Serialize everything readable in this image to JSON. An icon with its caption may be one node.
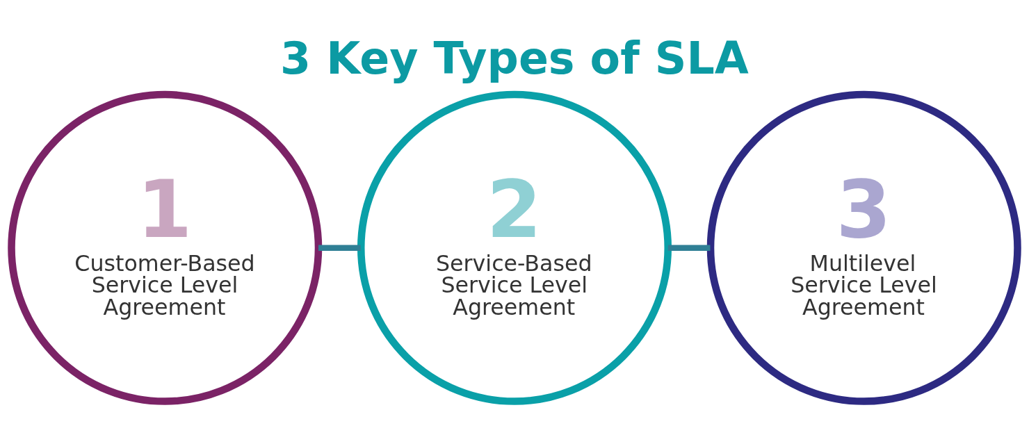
{
  "diagram": {
    "title": "3 Key Types of SLA",
    "nodes": [
      {
        "text": [
          "1",
          "Customer-Based Service Level Agreement"
        ]
      },
      {
        "text": [
          "2",
          "Service-Based Service Level Agreement"
        ]
      },
      {
        "text": [
          "3",
          "Multilevel Service Level Agreement"
        ]
      }
    ],
    "edges": [
      {
        "from": 0,
        "to": 1,
        "arrow": "none"
      },
      {
        "from": 1,
        "to": 2,
        "arrow": "none"
      }
    ]
  }
}
